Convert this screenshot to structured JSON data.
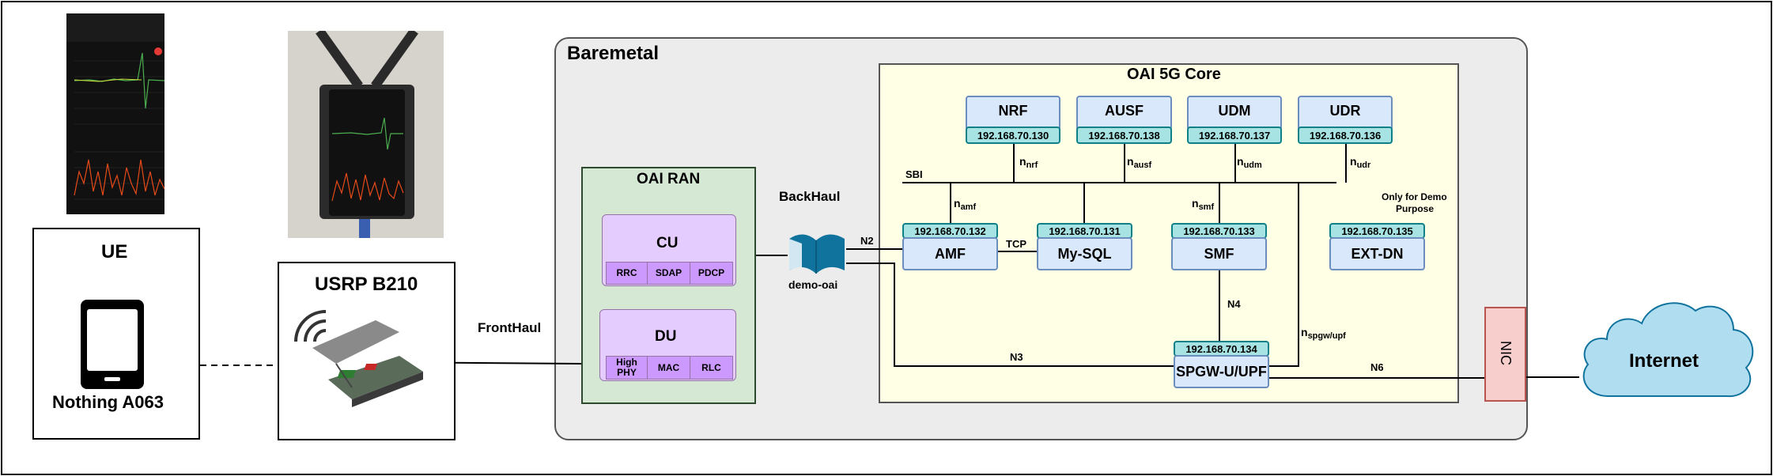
{
  "ue": {
    "title": "UE",
    "device": "Nothing A063"
  },
  "usrp": {
    "title": "USRP B210"
  },
  "links": {
    "fronthaul": "FrontHaul",
    "backhaul": "BackHaul",
    "n2": "N2",
    "n3": "N3",
    "n4": "N4",
    "n6": "N6",
    "tcp": "TCP",
    "sbi": "SBI"
  },
  "baremetal": {
    "title": "Baremetal"
  },
  "ran": {
    "title": "OAI RAN",
    "cu": {
      "title": "CU",
      "layers": [
        "RRC",
        "SDAP",
        "PDCP"
      ]
    },
    "du": {
      "title": "DU",
      "layers": [
        "High PHY",
        "MAC",
        "RLC"
      ]
    }
  },
  "switch": {
    "label": "demo-oai"
  },
  "core": {
    "title": "OAI 5G Core",
    "top_nfs": [
      {
        "name": "NRF",
        "ip": "192.168.70.130",
        "iface": "n",
        "iface_sub": "nrf"
      },
      {
        "name": "AUSF",
        "ip": "192.168.70.138",
        "iface": "n",
        "iface_sub": "ausf"
      },
      {
        "name": "UDM",
        "ip": "192.168.70.137",
        "iface": "n",
        "iface_sub": "udm"
      },
      {
        "name": "UDR",
        "ip": "192.168.70.136",
        "iface": "n",
        "iface_sub": "udr"
      }
    ],
    "amf": {
      "name": "AMF",
      "ip": "192.168.70.132",
      "iface": "n",
      "iface_sub": "amf"
    },
    "mysql": {
      "name": "My-SQL",
      "ip": "192.168.70.131"
    },
    "smf": {
      "name": "SMF",
      "ip": "192.168.70.133",
      "iface": "n",
      "iface_sub": "smf"
    },
    "extdn": {
      "name": "EXT-DN",
      "ip": "192.168.70.135",
      "note_line1": "Only for Demo",
      "note_line2": "Purpose"
    },
    "upf": {
      "name": "SPGW-U/UPF",
      "ip": "192.168.70.134",
      "iface": "n",
      "iface_sub": "spgw/upf"
    }
  },
  "nic": {
    "label": "NIC"
  },
  "internet": {
    "label": "Internet"
  },
  "colors": {
    "ran_fill": "#d5e8d4",
    "ran_border": "#2e4a2e",
    "core_fill": "#ffffe6",
    "baremetal_fill": "#ececec",
    "nf_fill": "#dae8fc",
    "ip_fill": "#a7e3e3",
    "cu_fill": "#e5ccff",
    "layer_fill": "#cc99ff",
    "nic_fill": "#f8cecc",
    "cloud_fill": "#b1ddf0",
    "switch_fill": "#10739e"
  }
}
